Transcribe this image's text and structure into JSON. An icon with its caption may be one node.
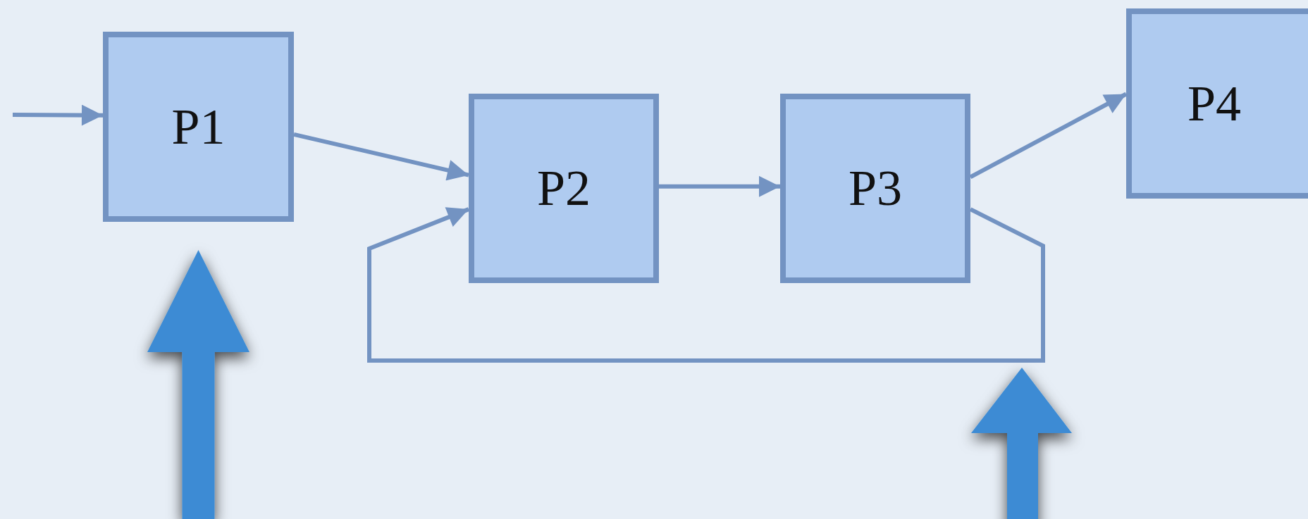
{
  "diagram": {
    "nodes": [
      {
        "text": [
          "P1"
        ]
      },
      {
        "text": [
          "P2"
        ]
      },
      {
        "text": [
          "P3"
        ]
      },
      {
        "text": [
          "P4"
        ]
      }
    ],
    "edges": [
      {
        "from": null,
        "to": 0,
        "arrow": "to"
      },
      {
        "from": 0,
        "to": 1,
        "arrow": "to"
      },
      {
        "from": 1,
        "to": 2,
        "arrow": "to"
      },
      {
        "from": 2,
        "to": 3,
        "arrow": "to"
      },
      {
        "from": 2,
        "to": 1,
        "arrow": "to"
      },
      {
        "from": null,
        "to": 0,
        "arrow": "to",
        "style": "thick",
        "color": "#3d8bd4"
      }
    ]
  }
}
